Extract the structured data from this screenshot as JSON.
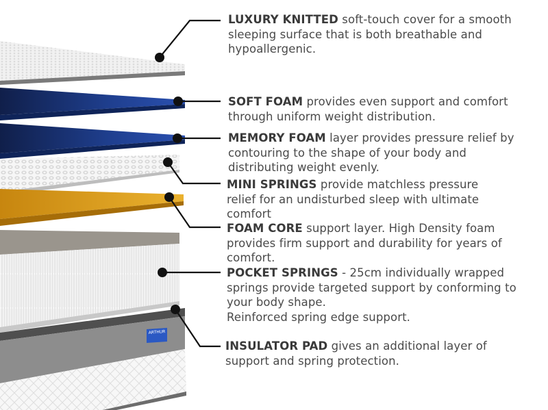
{
  "brand_label": "ARTHUR",
  "layers": [
    {
      "id": "luxury-knitted",
      "title": "LUXURY KNITTED",
      "lines": [
        "soft-touch cover for a smooth",
        "sleeping surface that is both breathable and",
        "hypoallergenic."
      ]
    },
    {
      "id": "soft-foam",
      "title": "SOFT FOAM",
      "lines": [
        "provides even support and comfort",
        "through uniform weight distribution."
      ]
    },
    {
      "id": "memory-foam",
      "title": "MEMORY FOAM",
      "lines": [
        "layer provides pressure relief by",
        "contouring to the shape of your body and",
        "distributing weight evenly."
      ]
    },
    {
      "id": "mini-springs",
      "title": "MINI SPRINGS",
      "lines": [
        "provide matchless pressure",
        "relief for an undisturbed sleep with ultimate",
        "comfort"
      ]
    },
    {
      "id": "foam-core",
      "title": "FOAM CORE",
      "lines": [
        "support layer. High Density foam",
        "provides firm support and durability for years of",
        "comfort."
      ]
    },
    {
      "id": "pocket-springs",
      "title": "POCKET SPRINGS",
      "lines": [
        "- 25cm individually wrapped",
        "springs provide targeted support by conforming to",
        "your body shape.",
        "Reinforced spring edge support."
      ]
    },
    {
      "id": "insulator-pad",
      "title": "INSULATOR PAD",
      "lines": [
        "gives an additional layer of",
        "support and spring protection."
      ]
    }
  ],
  "colors": {
    "soft_foam": "#1f3f8f",
    "memory_foam": "#1d3d8c",
    "foam_core": "#e0a21c",
    "leader": "#111111",
    "text": "#4a4a4a"
  }
}
